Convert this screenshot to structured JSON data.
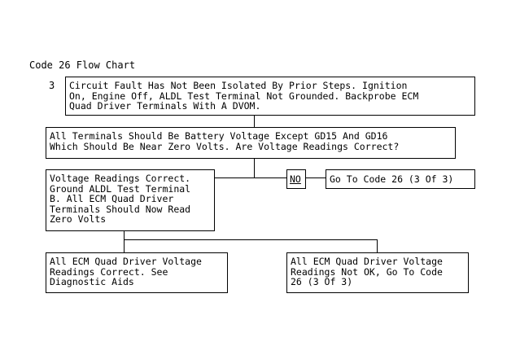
{
  "diagram": {
    "title": "Code 26 Flow Chart",
    "step_number": "3",
    "nodes": {
      "step3": "Circuit Fault Has Not Been Isolated By Prior Steps. Ignition\nOn, Engine Off, ALDL Test Terminal Not Grounded. Backprobe ECM\nQuad Driver Terminals With A DVOM.",
      "question": "All Terminals Should Be Battery Voltage Except GD15 And GD16\nWhich Should Be Near Zero Volts. Are Voltage Readings Correct?",
      "yes_action": "Voltage Readings Correct.\nGround ALDL Test Terminal\nB. All ECM Quad Driver\nTerminals Should Now Read\nZero Volts",
      "result_ok": "All ECM Quad Driver Voltage\nReadings Correct. See\nDiagnostic Aids",
      "result_not_ok": "All ECM Quad Driver Voltage\nReadings Not OK, Go To Code\n26 (3 Of 3)",
      "no_action": "Go To Code 26 (3 Of 3)"
    },
    "edge_labels": {
      "no": "NO"
    }
  }
}
